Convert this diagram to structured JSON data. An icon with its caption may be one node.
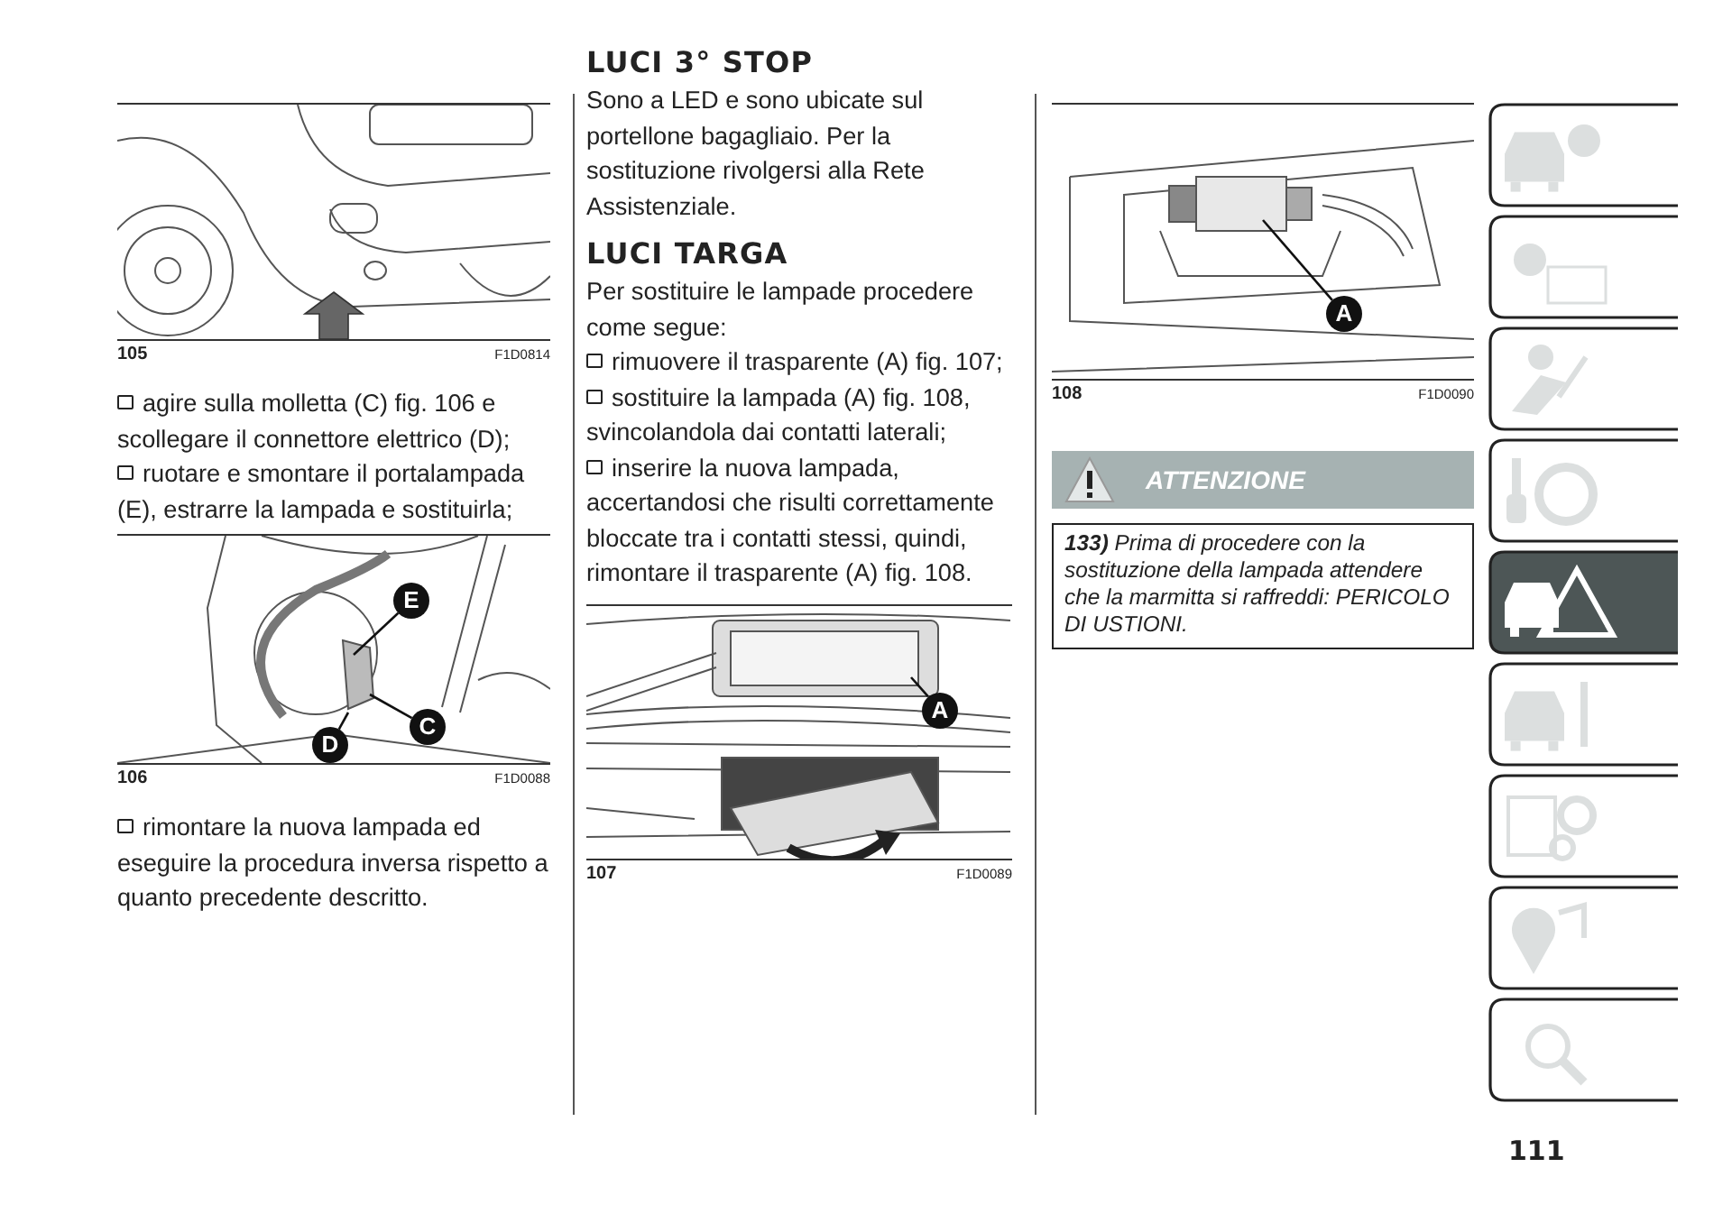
{
  "diagram": {
    "nodes": [
      {
        "text": [
          "E"
        ]
      },
      {
        "text": [
          "C"
        ]
      },
      {
        "text": [
          "D"
        ]
      },
      {
        "text": [
          "A"
        ]
      },
      {
        "text": [
          "A"
        ]
      }
    ],
    "edges": [
      {
        "from": 0,
        "to": null,
        "arrow": "none"
      },
      {
        "from": 1,
        "to": null,
        "arrow": "none"
      },
      {
        "from": 2,
        "to": null,
        "arrow": "none"
      },
      {
        "from": 3,
        "to": null,
        "arrow": "none"
      },
      {
        "from": 4,
        "to": null,
        "arrow": "none"
      }
    ],
    "labels": [
      "105",
      "F1D0814",
      "agire sulla molletta (C) fig. 106 e scollegare il connettore elettrico (D);",
      "ruotare e smontare il portalampada (E), estrarre la lampada e sostituirla;",
      "106",
      "F1D0088",
      "rimontare la nuova lampada ed eseguire la procedura inversa rispetto a quanto precedente descritto.",
      "LUCI 3° STOP",
      "Sono a LED e sono ubicate sul portellone bagagliaio. Per la sostituzione rivolgersi alla Rete Assistenziale.",
      "LUCI TARGA",
      "Per sostituire le lampade procedere come segue:",
      "rimuovere il trasparente (A) fig. 107;",
      "sostituire la lampada (A) fig. 108, svincolandola dai contatti laterali;",
      "inserire la nuova lampada, accertandosi che risulti correttamente bloccate tra i contatti stessi, quindi, rimontare il trasparente (A) fig. 108.",
      "107",
      "F1D0089",
      "108",
      "F1D0090",
      "ATTENZIONE",
      "**133)** Prima di procedere con la sostituzione della lampada attendere che la marmitta si raffreddi: PERICOLO DI USTIONI.",
      "111"
    ]
  }
}
